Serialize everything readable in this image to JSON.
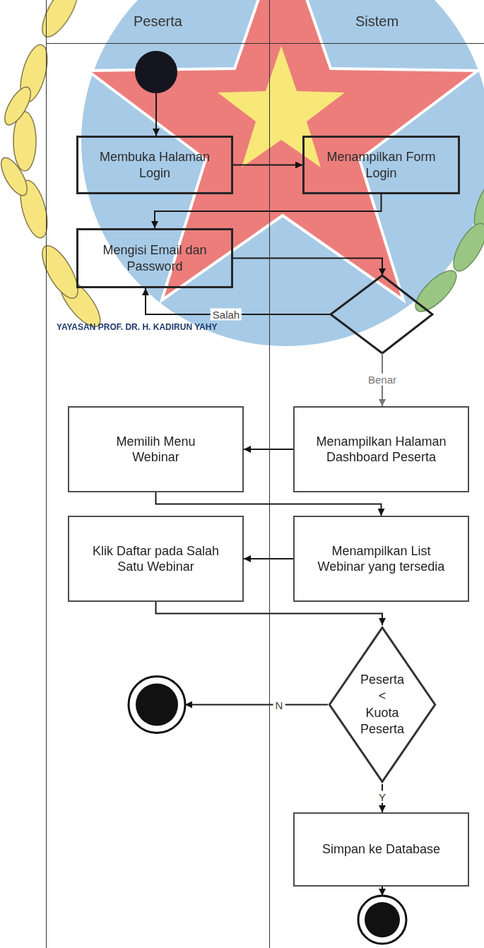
{
  "diagram": {
    "nodes": [
      {
        "text": [
          "Peserta"
        ]
      },
      {
        "text": [
          "Sistem"
        ]
      },
      {
        "text": [
          "Membuka Halaman Login"
        ],
        "in": 0
      },
      {
        "text": [
          "Menampilkan Form Login"
        ],
        "in": 1
      },
      {
        "text": [
          "Mengisi Email dan Password"
        ],
        "in": 0
      },
      {
        "text": [
          "Memilih Menu Webinar"
        ],
        "in": 0
      },
      {
        "text": [
          "Menampilkan Halaman Dashboard Peserta"
        ],
        "in": 1
      },
      {
        "text": [
          "Klik Daftar pada Salah Satu Webinar"
        ],
        "in": 0
      },
      {
        "text": [
          "Menampilkan List Webinar yang tersedia"
        ],
        "in": 1
      },
      {
        "text": [
          "Peserta < Kuota Peserta"
        ],
        "in": 1
      },
      {
        "text": [
          "Simpan ke Database"
        ],
        "in": 1
      }
    ],
    "edges": [
      {
        "from": 2,
        "to": 3,
        "arrow": "to"
      },
      {
        "from": 3,
        "to": 4,
        "arrow": "to"
      },
      {
        "from": 6,
        "to": 5,
        "arrow": "to"
      },
      {
        "from": 5,
        "to": 8,
        "arrow": "to"
      },
      {
        "from": 8,
        "to": 7,
        "arrow": "to"
      },
      {
        "from": 7,
        "to": 9,
        "arrow": "to"
      },
      {
        "from": 9,
        "to": 10,
        "label": "Y",
        "arrow": "to"
      }
    ],
    "labels": [
      "YAYASAN PROF. DR. H. KADIRUN YAHY",
      "Salah",
      "Benar",
      "N"
    ]
  }
}
